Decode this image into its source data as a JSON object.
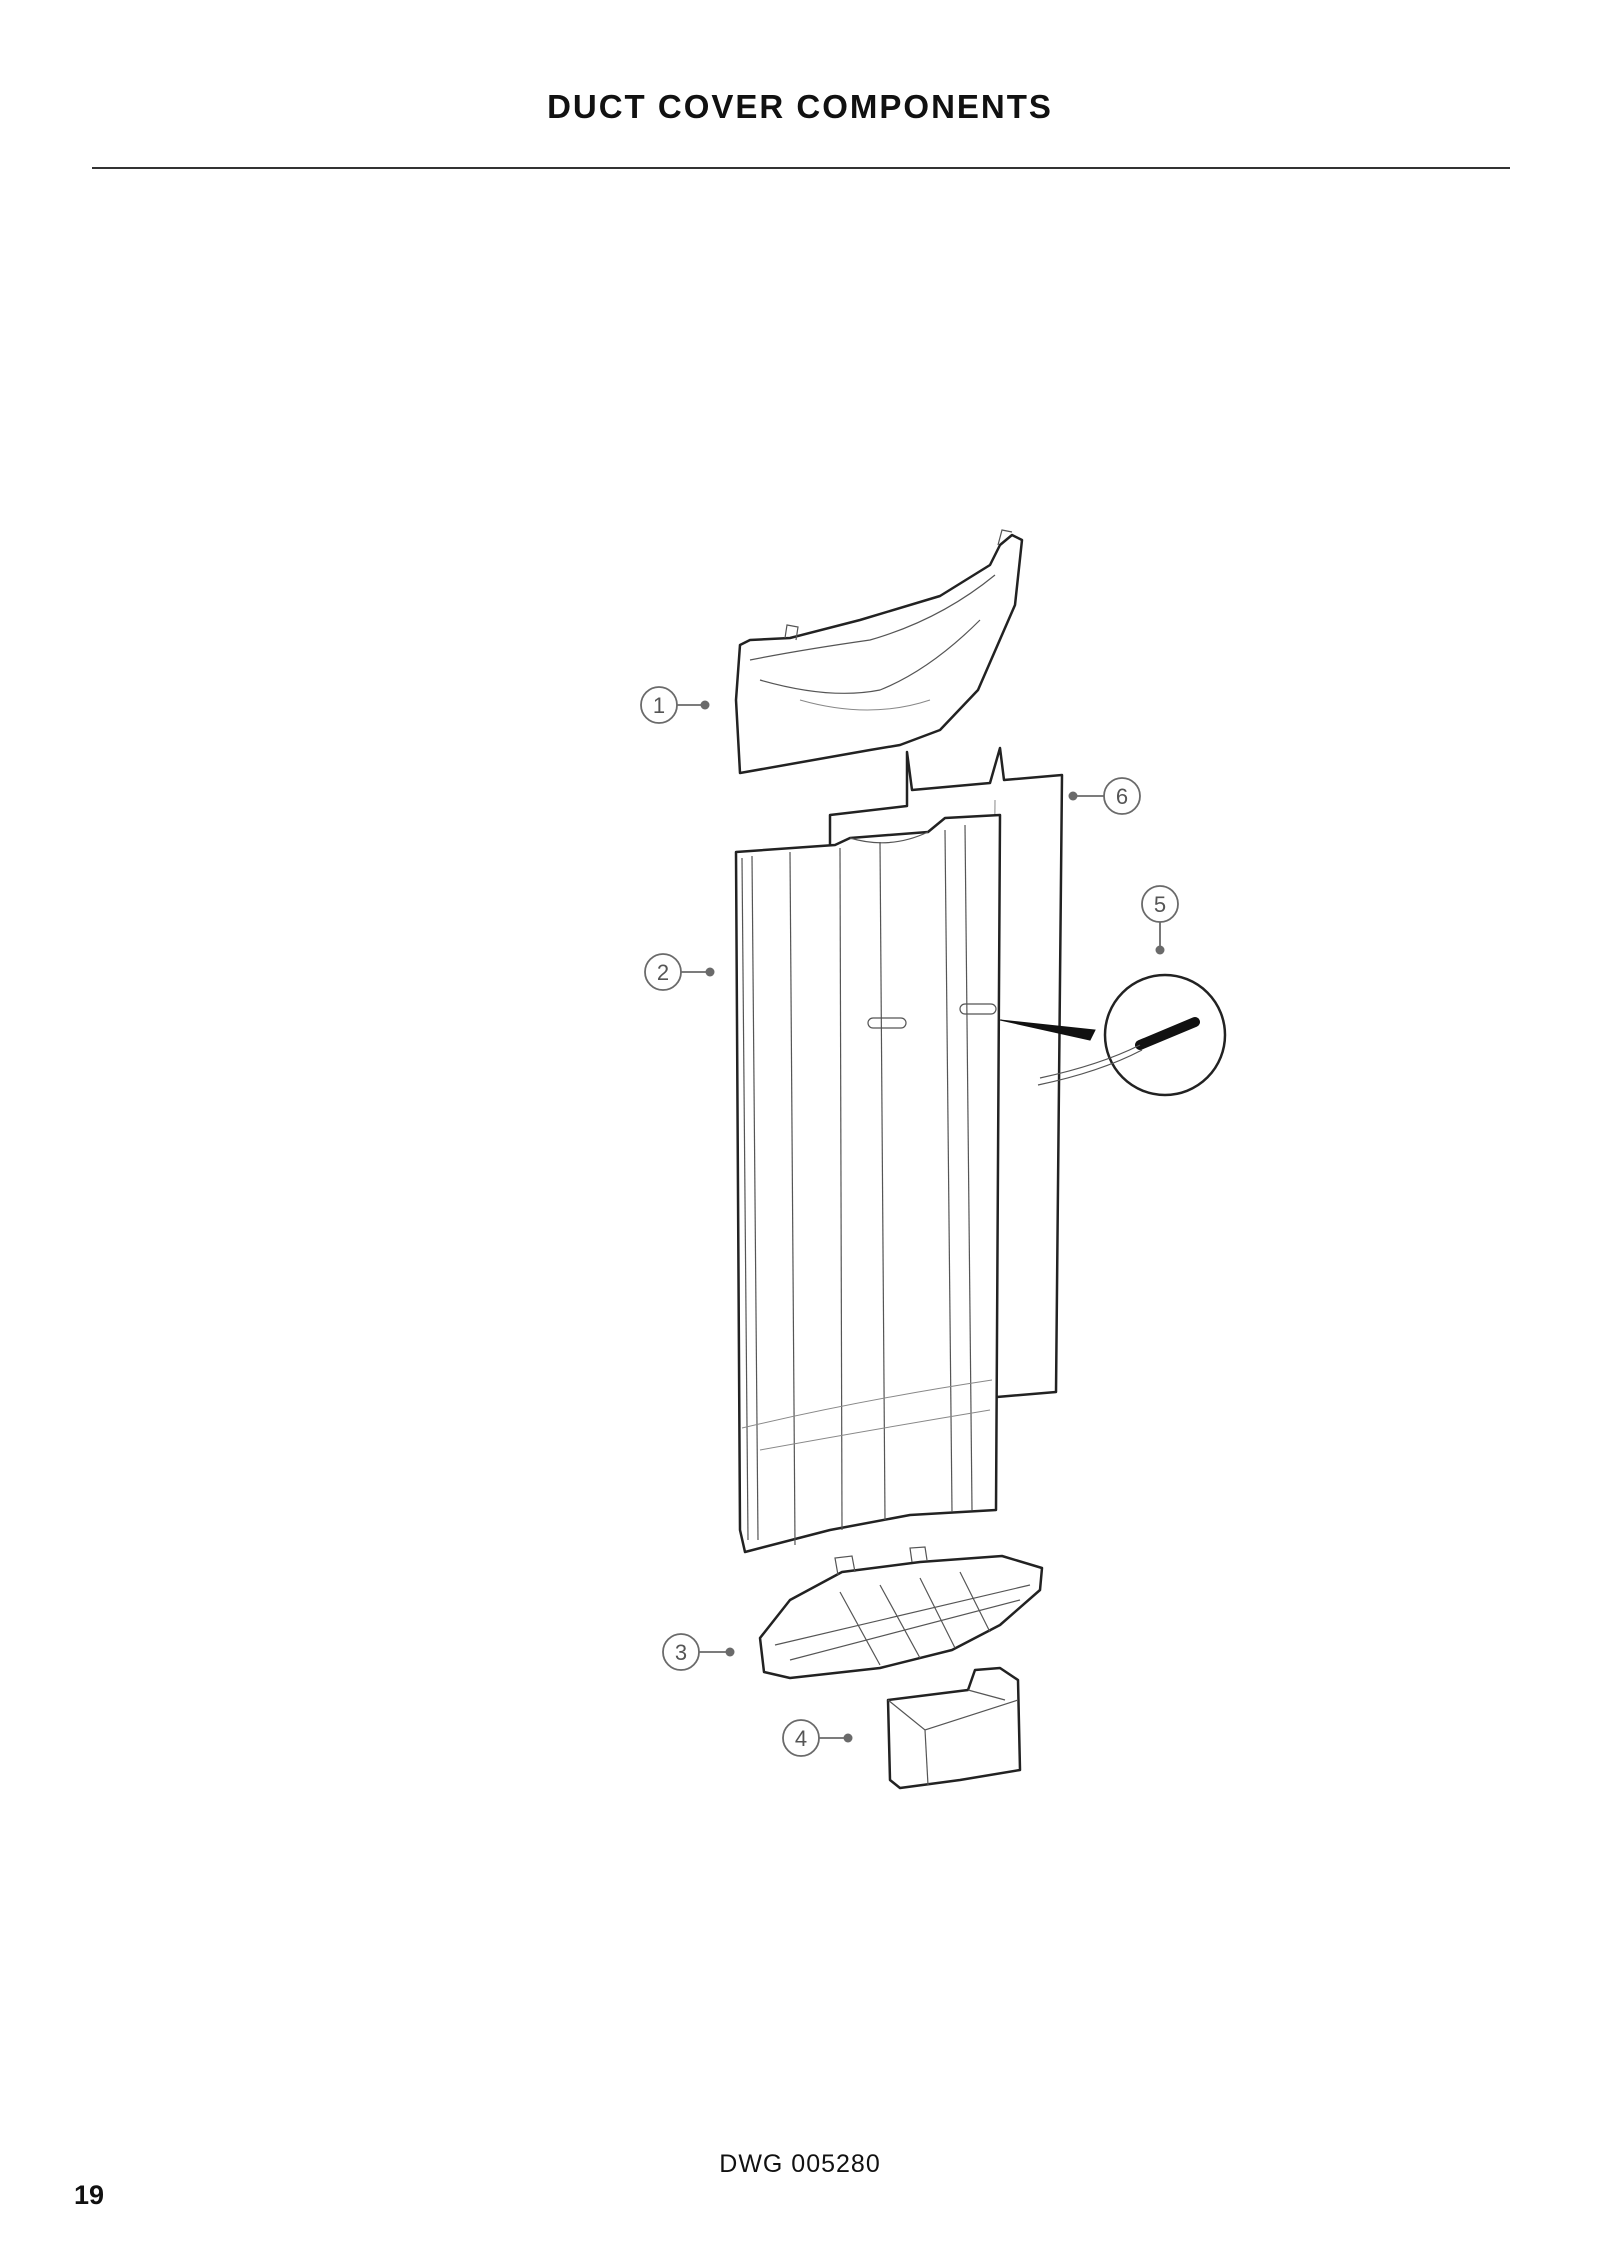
{
  "page": {
    "title": "DUCT COVER COMPONENTS",
    "drawing_number": "DWG 005280",
    "page_number": "19"
  },
  "diagram": {
    "callouts": [
      {
        "label": "1"
      },
      {
        "label": "2"
      },
      {
        "label": "3"
      },
      {
        "label": "4"
      },
      {
        "label": "5"
      },
      {
        "label": "6"
      }
    ]
  }
}
